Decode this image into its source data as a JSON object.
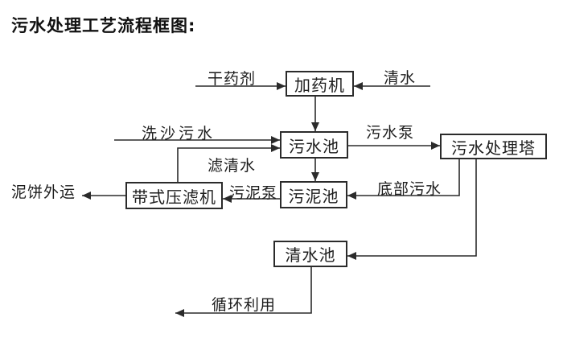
{
  "title": "污水处理工艺流程框图:",
  "nodes": {
    "dosing_machine": "加药机",
    "wastewater_pool": "污水池",
    "treatment_tower": "污水处理塔",
    "belt_filter_press": "带式压滤机",
    "sludge_pool": "污泥池",
    "clean_water_pool": "清水池"
  },
  "labels": {
    "dry_chemical": "干药剂",
    "clean_water": "清水",
    "sand_washing_wastewater": "洗沙污水",
    "wastewater_pump": "污水泵",
    "filtered_water": "滤清水",
    "mud_cake_outbound": "泥饼外运",
    "sludge_pump": "污泥泵",
    "bottom_wastewater": "底部污水",
    "recycle_use": "循环利用"
  },
  "flows": [
    {
      "from": "dry_chemical",
      "to": "dosing_machine"
    },
    {
      "from": "clean_water",
      "to": "dosing_machine"
    },
    {
      "from": "dosing_machine",
      "to": "wastewater_pool"
    },
    {
      "from": "sand_washing_wastewater",
      "to": "wastewater_pool"
    },
    {
      "from": "belt_filter_press",
      "to": "wastewater_pool",
      "label": "滤清水"
    },
    {
      "from": "wastewater_pool",
      "to": "treatment_tower",
      "label": "污水泵"
    },
    {
      "from": "wastewater_pool",
      "to": "sludge_pool"
    },
    {
      "from": "treatment_tower",
      "to": "sludge_pool",
      "label": "底部污水"
    },
    {
      "from": "sludge_pool",
      "to": "belt_filter_press",
      "label": "污泥泵"
    },
    {
      "from": "belt_filter_press",
      "to": "mud_cake_outbound"
    },
    {
      "from": "treatment_tower",
      "to": "clean_water_pool"
    },
    {
      "from": "clean_water_pool",
      "to": "recycle_use",
      "label": "循环利用"
    }
  ],
  "colors": {
    "line": "#2b2b2b",
    "text": "#111111",
    "background": "#ffffff"
  }
}
